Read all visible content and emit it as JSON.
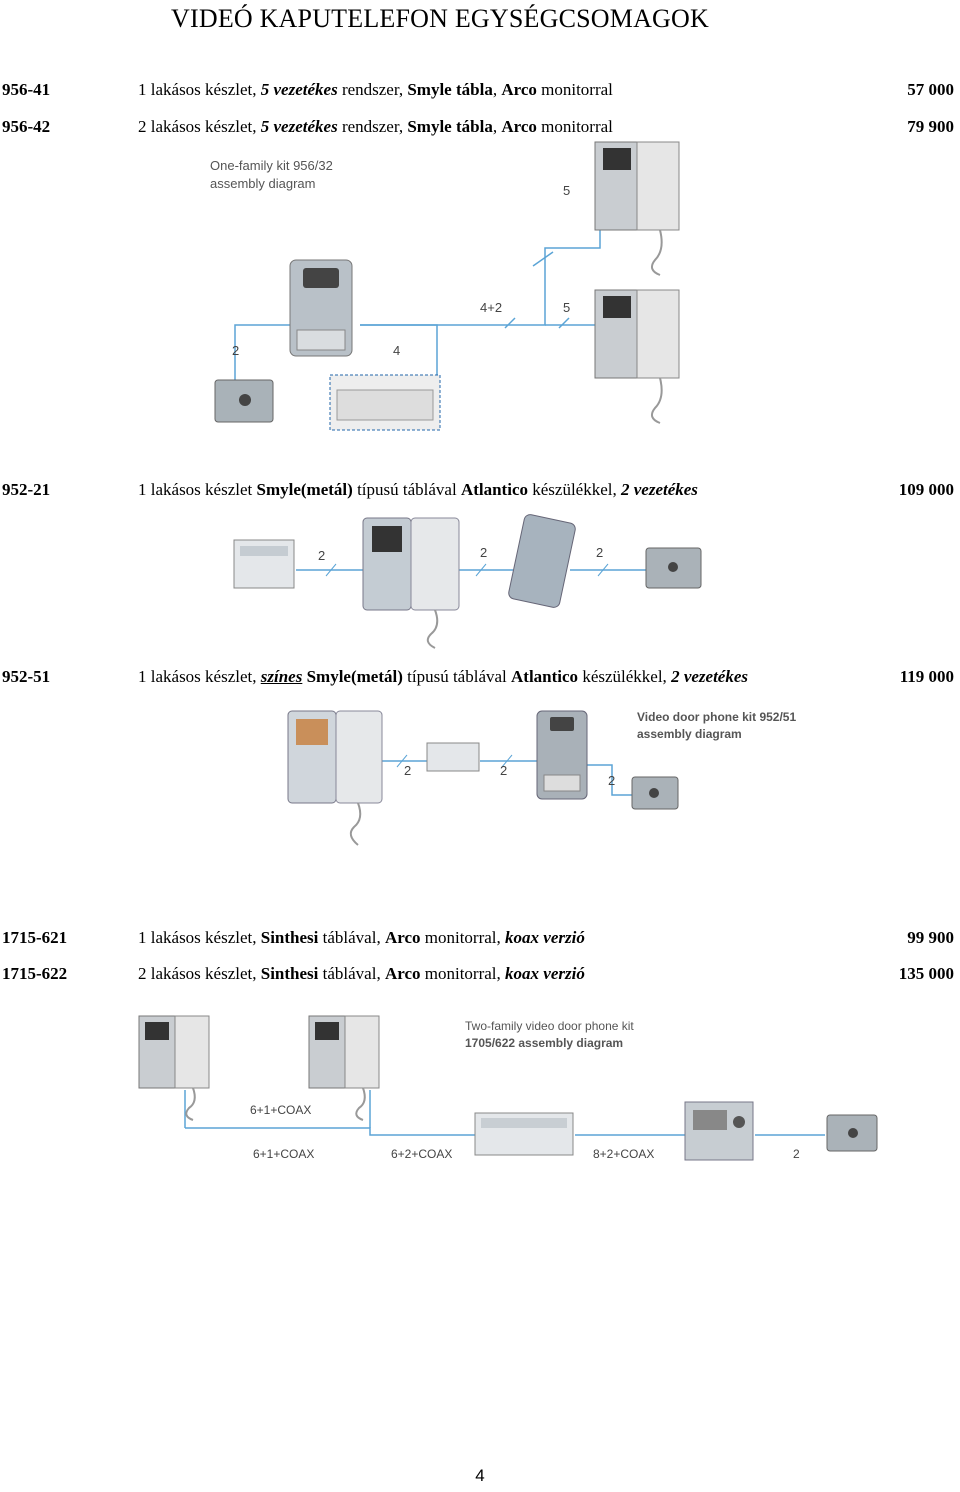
{
  "title": "VIDEÓ KAPUTELEFON EGYSÉGCSOMAGOK",
  "rows": [
    {
      "code": "956-41",
      "price": "57 000",
      "desc": {
        "a": "1 lakásos készlet, ",
        "b": "5 vezetékes",
        "c": " rendszer, ",
        "d": "Smyle tábla",
        "e": ", ",
        "f": "Arco",
        "g": " monitorral"
      }
    },
    {
      "code": "956-42",
      "price": "79 900",
      "desc": {
        "a": "2 lakásos készlet, ",
        "b": "5 vezetékes",
        "c": " rendszer, ",
        "d": "Smyle tábla",
        "e": ", ",
        "f": "Arco",
        "g": " monitorral"
      }
    },
    {
      "code": "952-21",
      "price": "109 000",
      "desc": {
        "a": "1 lakásos készlet ",
        "b": "Smyle(metál)",
        "c": " típusú táblával ",
        "d": "Atlantico",
        "e": " készülékkel, ",
        "f": "2 vezetékes"
      }
    },
    {
      "code": "952-51",
      "price": "119 000",
      "desc": {
        "a": "1 lakásos készlet, ",
        "b": "színes",
        "c": " ",
        "d": "Smyle(metál)",
        "e": " típusú táblával ",
        "f": "Atlantico",
        "g": " készülékkel, ",
        "h": "2 vezetékes"
      }
    },
    {
      "code": "1715-621",
      "price": "99 900",
      "desc": {
        "a": "1 lakásos készlet, ",
        "b": "Sinthesi",
        "c": " táblával, ",
        "d": "Arco",
        "e": " monitorral, ",
        "f": "koax verzió"
      }
    },
    {
      "code": "1715-622",
      "price": "135 000",
      "desc": {
        "a": "2 lakásos készlet, ",
        "b": "Sinthesi",
        "c": " táblával, ",
        "d": "Arco",
        "e": " monitorral, ",
        "f": "koax verzió"
      }
    }
  ],
  "diagram1": {
    "caption1": "One-family kit 956/32",
    "caption2": "assembly diagram",
    "w1": "5",
    "w2": "4+2",
    "w3": "5",
    "w4": "2",
    "w5": "4"
  },
  "diagram2": {
    "w1": "2",
    "w2": "2",
    "w3": "2"
  },
  "diagram3": {
    "caption1": "Video door phone kit 952/51",
    "caption2": "assembly diagram",
    "w1": "2",
    "w2": "2",
    "w3": "2"
  },
  "diagram4": {
    "caption1": "Two-family video door phone kit",
    "caption2": "1705/622 assembly diagram",
    "w1": "6+1+COAX",
    "w2": "6+1+COAX",
    "w3": "6+2+COAX",
    "w4": "8+2+COAX",
    "w5": "2"
  },
  "page_number": "4"
}
